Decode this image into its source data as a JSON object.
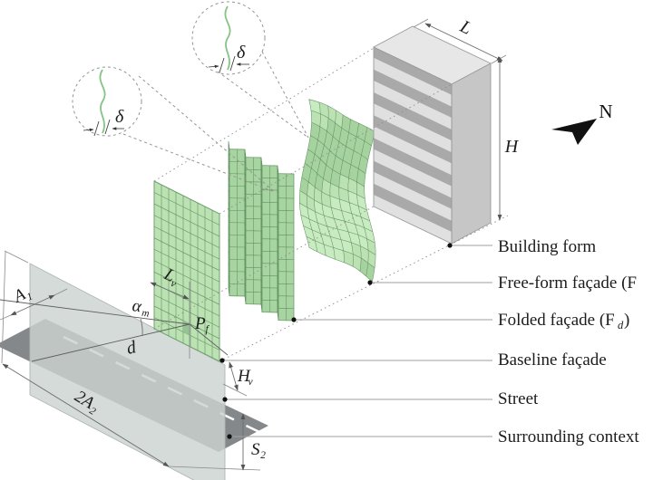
{
  "colors": {
    "facade_fill": "#bce2b4",
    "facade_grid": "#5f925f",
    "facade_outline": "#6fa06f",
    "facade_cell_light": "#c9ebc1",
    "facade_cell_dark": "#a6d29f",
    "folded_light": "#c6e8be",
    "folded_dark": "#a8d4a1",
    "pf_cell": "#96c295",
    "building_top": "#e7e7e7",
    "building_side": "#c6c6c6",
    "building_inner": "#a9a9a9",
    "building_slab": "#e0e0e0",
    "building_edge": "#9b9b9b",
    "wall_fill": "#ccd3d0",
    "wall_edge": "#b0b6b4",
    "street_fill": "#84888b",
    "centerline": "#ffffff",
    "callout_wave": "#86c386",
    "dot": "#111111"
  },
  "legend": {
    "items": [
      {
        "label": "Building form"
      },
      {
        "label": "Free-form façade (F"
      },
      {
        "label": "Folded façade (F",
        "sub": "d",
        "close": ")"
      },
      {
        "label": "Baseline façade"
      },
      {
        "label": "Street"
      },
      {
        "label": "Surrounding context"
      }
    ]
  },
  "dimensions": {
    "L": "L",
    "H": "H",
    "A1": "A₁",
    "A2": "2A₂",
    "S2": "S₂",
    "Lv_main": "L",
    "Lv_sub": "v",
    "Hv_main": "H",
    "Hv_sub": "v",
    "alpha_main": "α",
    "alpha_sub": "m",
    "Pf_main": "P",
    "Pf_sub": "f",
    "d": "d",
    "delta1": "δ",
    "delta2": "δ"
  },
  "compass": {
    "north": "N"
  }
}
